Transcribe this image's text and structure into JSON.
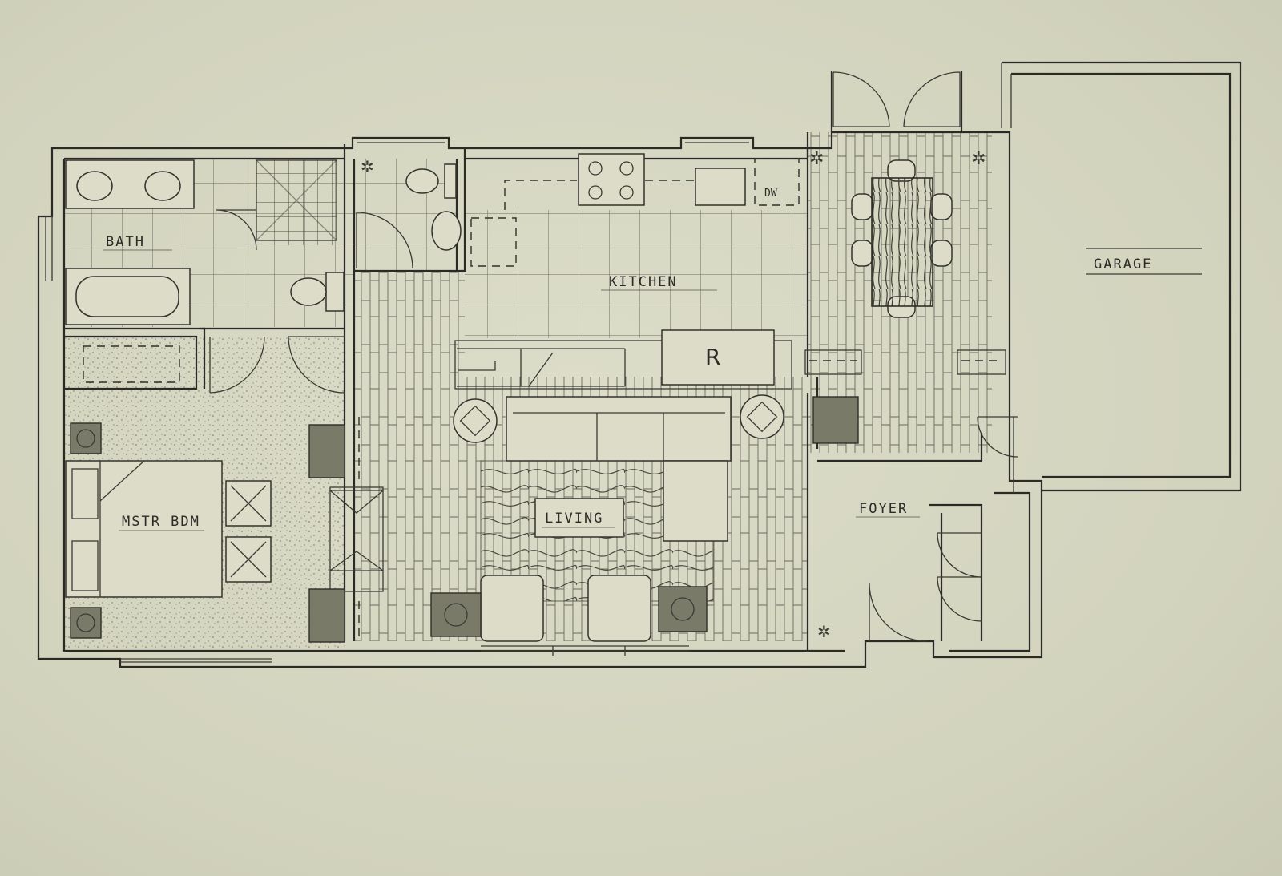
{
  "rooms": {
    "bath": "BATH",
    "kitchen": "KITCHEN",
    "garage": "GARAGE",
    "master_bedroom": "MSTR BDM",
    "living": "LIVING",
    "foyer": "FOYER"
  },
  "fixture_labels": {
    "dishwasher": "DW",
    "refrigerator": "R"
  }
}
